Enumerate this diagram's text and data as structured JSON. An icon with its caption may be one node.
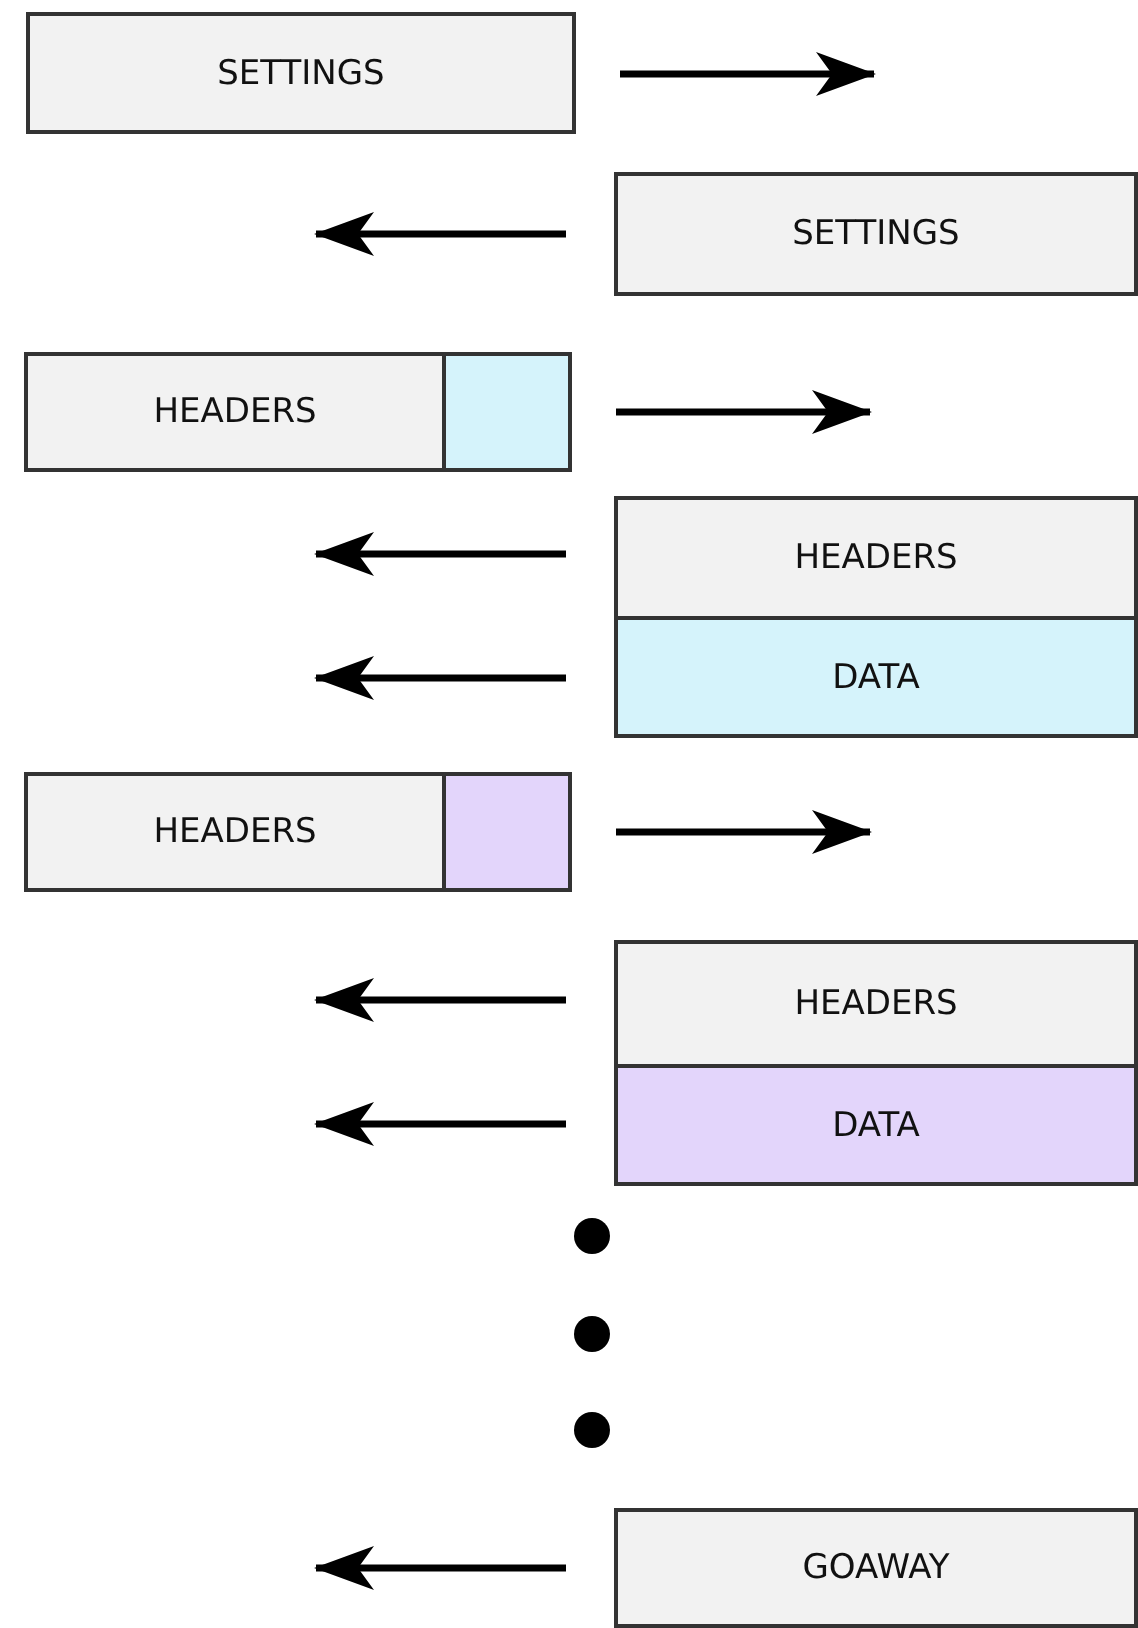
{
  "diagram": {
    "nodes": [
      {
        "text": [
          "SETTINGS"
        ]
      },
      {
        "text": [
          "SETTINGS"
        ]
      },
      {
        "text": [
          "HEADERS"
        ]
      },
      {
        "text": [],
        "shape": "box"
      },
      {
        "text": [
          "HEADERS"
        ]
      },
      {
        "text": [
          "DATA"
        ]
      },
      {
        "text": [
          "HEADERS"
        ]
      },
      {
        "text": [],
        "shape": "box"
      },
      {
        "text": [
          "HEADERS"
        ]
      },
      {
        "text": [
          "DATA"
        ]
      },
      {
        "text": [
          "GOAWAY"
        ]
      }
    ]
  }
}
